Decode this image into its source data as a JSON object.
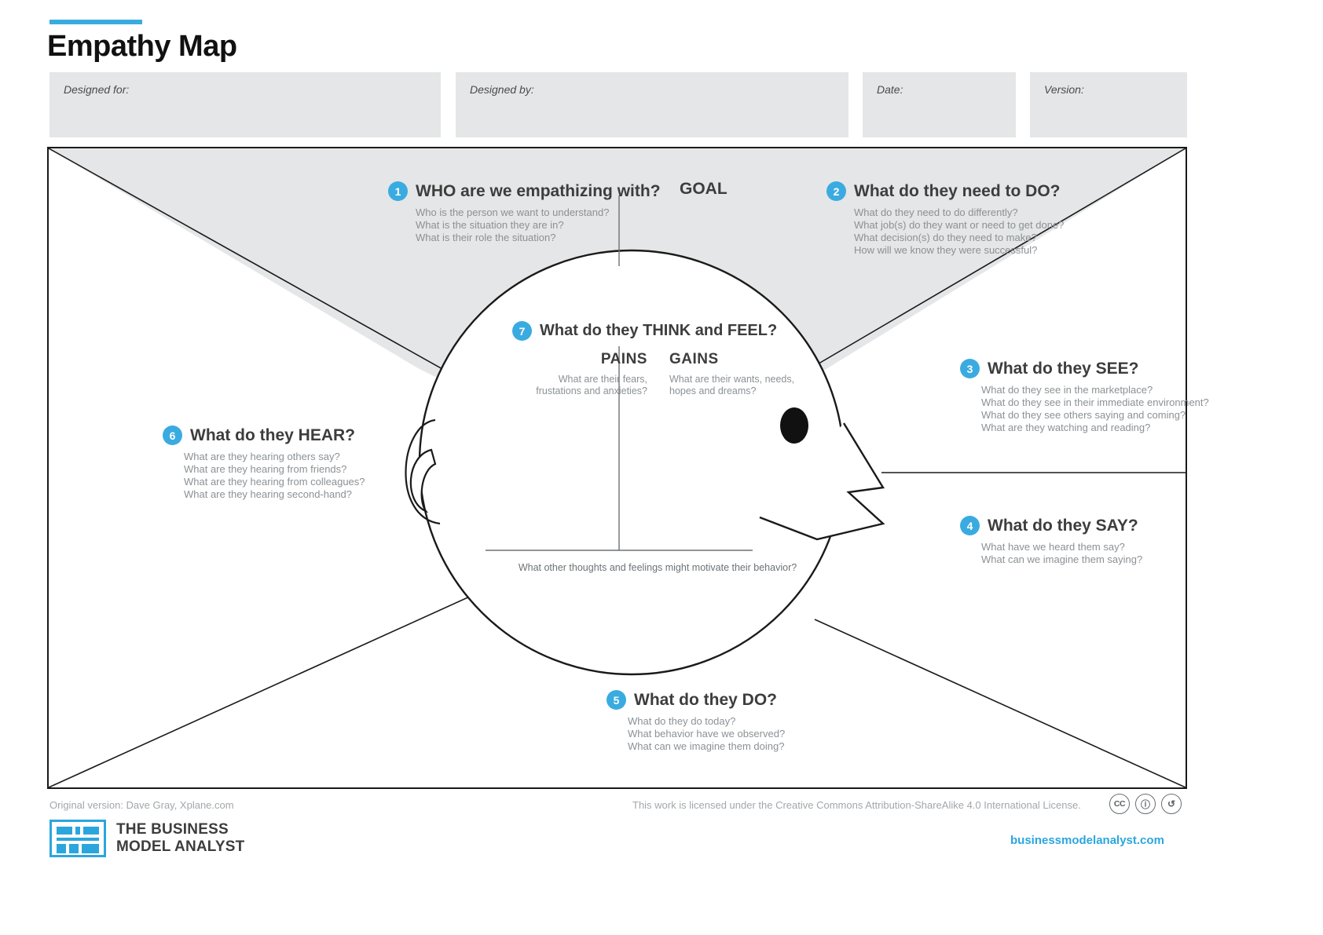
{
  "header": {
    "title": "Empathy Map",
    "accent_color": "#3aabe0",
    "fields": [
      {
        "name": "designed-for",
        "label": "Designed for:",
        "value": ""
      },
      {
        "name": "designed-by",
        "label": "Designed by:",
        "value": ""
      },
      {
        "name": "date",
        "label": "Date:",
        "value": ""
      },
      {
        "name": "version",
        "label": "Version:",
        "value": ""
      }
    ]
  },
  "canvas": {
    "goal_label": "GOAL",
    "sections": {
      "who": {
        "number": "1",
        "title": "WHO are we empathizing with?",
        "lines": [
          "Who is the person we want to understand?",
          "What is the situation they are in?",
          "What is their role the situation?"
        ]
      },
      "need_to_do": {
        "number": "2",
        "title": "What do they need to DO?",
        "lines": [
          "What do they need to do differently?",
          "What job(s) do they want or need to get done?",
          "What decision(s) do they need to make?",
          "How will we know they were successful?"
        ]
      },
      "see": {
        "number": "3",
        "title": "What do they SEE?",
        "lines": [
          "What do they see in the marketplace?",
          "What do they see in their immediate environment?",
          "What do they see others saying and coming?",
          "What are they watching and reading?"
        ]
      },
      "say": {
        "number": "4",
        "title": "What do they SAY?",
        "lines": [
          "What have we heard them say?",
          "What can we imagine them saying?"
        ]
      },
      "do": {
        "number": "5",
        "title": "What do they DO?",
        "lines": [
          "What do they do today?",
          "What behavior have we observed?",
          "What can we imagine them doing?"
        ]
      },
      "hear": {
        "number": "6",
        "title": "What do they HEAR?",
        "lines": [
          "What are they hearing others say?",
          "What are they hearing from friends?",
          "What are they hearing from colleagues?",
          "What are they hearing second-hand?"
        ]
      },
      "think_feel": {
        "number": "7",
        "title": "What do they THINK and FEEL?",
        "pains_title": "PAINS",
        "pains_lines": [
          "What are their fears,",
          "frustations and anxieties?"
        ],
        "gains_title": "GAINS",
        "gains_lines": [
          "What are their wants, needs,",
          "hopes and dreams?"
        ],
        "footer": "What other thoughts and feelings might motivate their behavior?"
      }
    }
  },
  "footer": {
    "original_version": "Original version: Dave Gray, Xplane.com",
    "license": "This work is licensed under the Creative Commons Attribution-ShareAlike 4.0 International License.",
    "cc_badges": [
      "CC",
      "ⓘ",
      "↺"
    ],
    "brand_line1": "THE BUSINESS",
    "brand_line2": "MODEL ANALYST",
    "website": "businessmodelanalyst.com",
    "brand_color": "#2ba6dd"
  }
}
